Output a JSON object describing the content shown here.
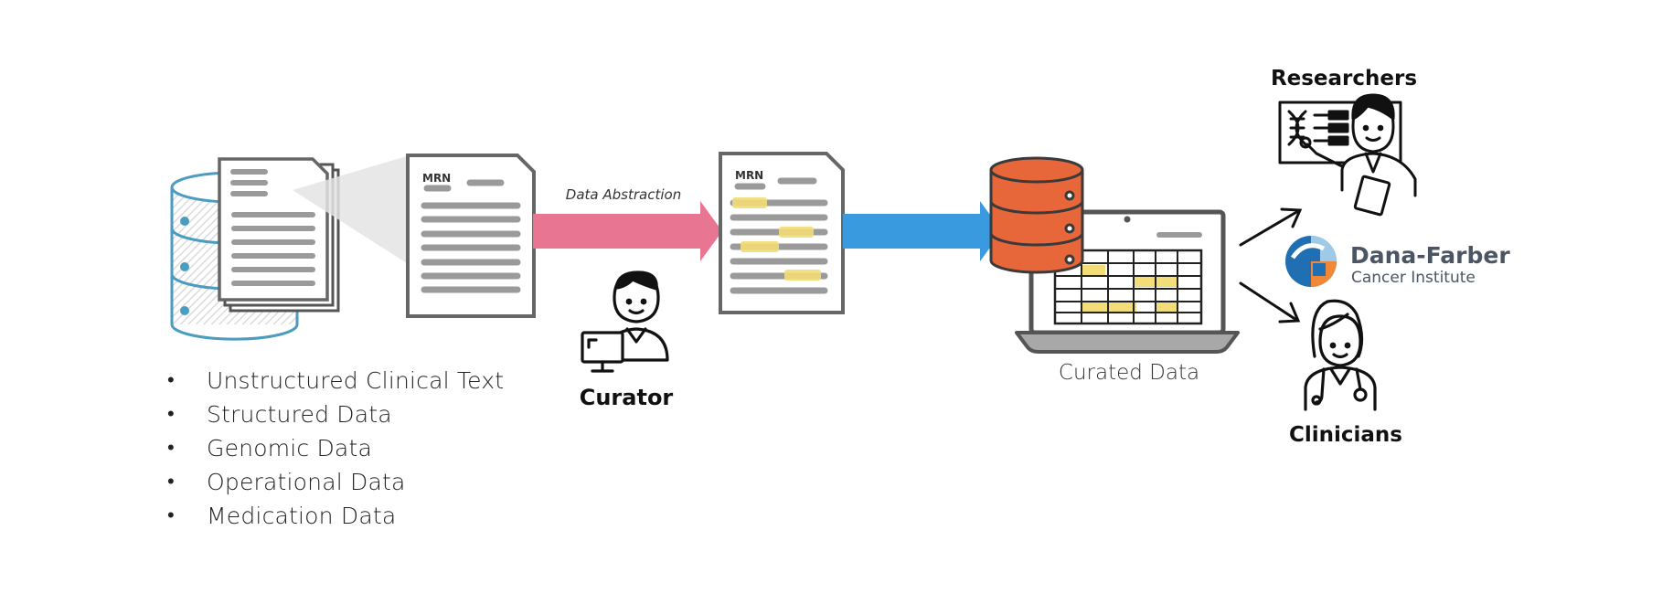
{
  "sources": {
    "items": [
      "Unstructured Clinical Text",
      "Structured Data",
      "Genomic Data",
      "Operational Data",
      "Medication Data"
    ]
  },
  "documents": {
    "mrn_label": "MRN"
  },
  "process": {
    "abstraction_label": "Data Abstraction",
    "curator_label": "Curator"
  },
  "output": {
    "curated_label": "Curated Data"
  },
  "consumers": {
    "researchers_label": "Researchers",
    "clinicians_label": "Clinicians"
  },
  "brand": {
    "name": "Dana-Farber",
    "subtitle": "Cancer Institute"
  },
  "colors": {
    "pink_arrow": "#E87592",
    "blue_arrow": "#3A9AE0",
    "database_orange": "#E8673A",
    "highlight_yellow": "#F2DD78",
    "line_gray": "#9A9A9A",
    "cylinder_blue": "#4A9CC0",
    "brand_blue": "#1F6FB2",
    "brand_orange": "#F0883A"
  }
}
